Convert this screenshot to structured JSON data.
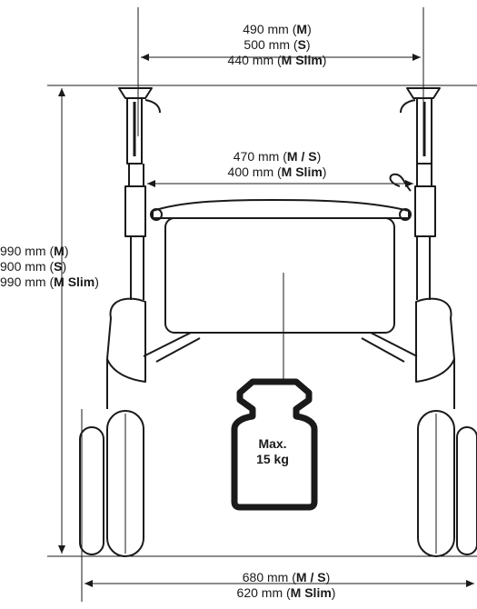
{
  "top_width": [
    {
      "value": "490 mm",
      "size": "M"
    },
    {
      "value": "500 mm",
      "size": "S"
    },
    {
      "value": "440 mm",
      "size": "M Slim"
    }
  ],
  "inner_width": [
    {
      "value": "470 mm",
      "size": "M / S"
    },
    {
      "value": "400 mm",
      "size": "M Slim"
    }
  ],
  "height": [
    {
      "value": "990 mm",
      "size": "M"
    },
    {
      "value": "900 mm",
      "size": "S"
    },
    {
      "value": "990 mm",
      "size": "M Slim"
    }
  ],
  "base_width": [
    {
      "value": "680 mm",
      "size": "M / S"
    },
    {
      "value": "620 mm",
      "size": "M Slim"
    }
  ],
  "max_load": {
    "line1": "Max.",
    "line2": "15 kg"
  }
}
